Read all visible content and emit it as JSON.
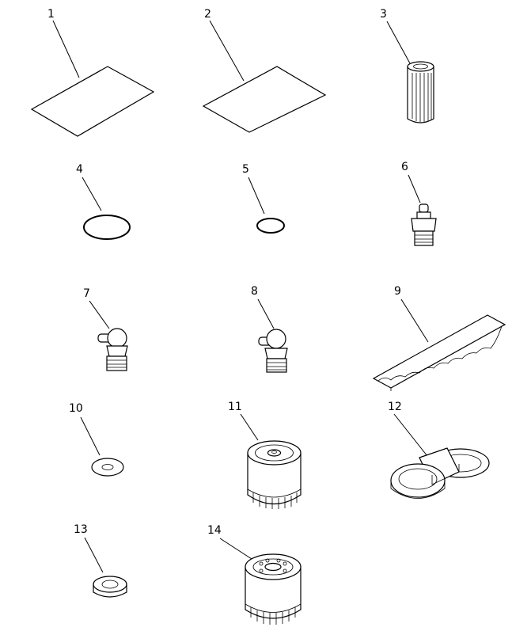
{
  "parts": [
    {
      "label": "1",
      "icon": "sheet-icon"
    },
    {
      "label": "2",
      "icon": "sheet-icon"
    },
    {
      "label": "3",
      "icon": "filter-element-icon"
    },
    {
      "label": "4",
      "icon": "o-ring-icon"
    },
    {
      "label": "5",
      "icon": "o-ring-icon"
    },
    {
      "label": "6",
      "icon": "grease-fitting-icon"
    },
    {
      "label": "7",
      "icon": "angled-grease-fitting-icon"
    },
    {
      "label": "8",
      "icon": "angled-grease-fitting-icon"
    },
    {
      "label": "9",
      "icon": "gasket-strip-icon"
    },
    {
      "label": "10",
      "icon": "washer-icon"
    },
    {
      "label": "11",
      "icon": "filter-cartridge-icon"
    },
    {
      "label": "12",
      "icon": "filter-wrench-icon"
    },
    {
      "label": "13",
      "icon": "grommet-icon"
    },
    {
      "label": "14",
      "icon": "filter-cartridge-icon"
    }
  ]
}
